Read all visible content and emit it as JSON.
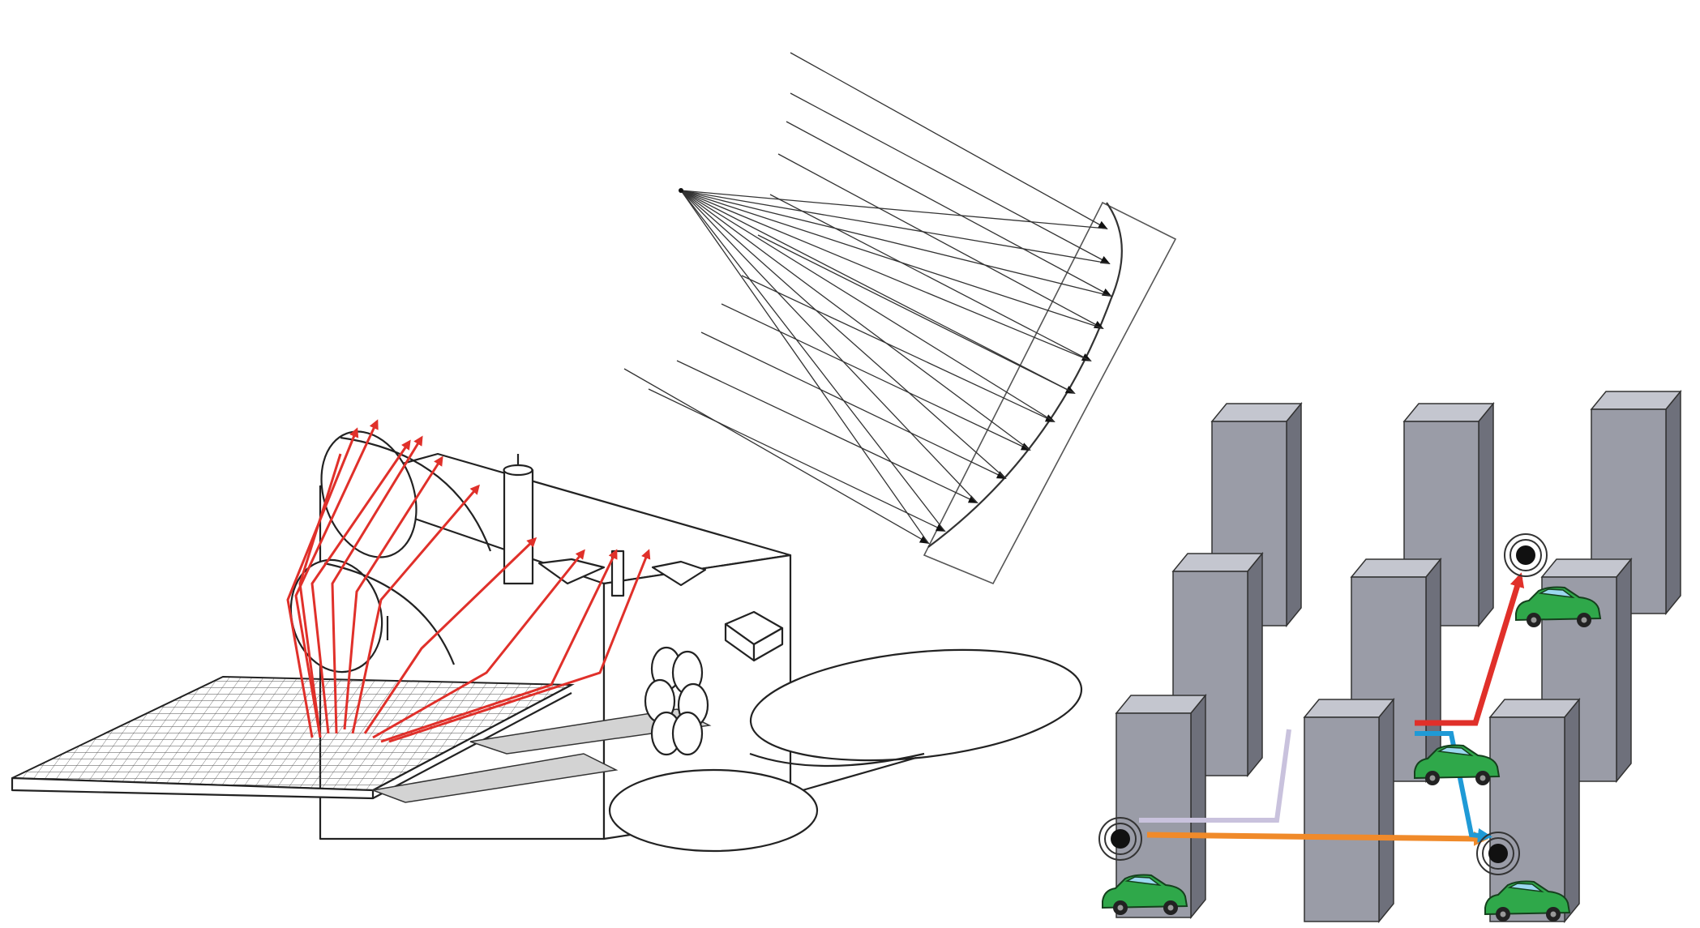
{
  "colors": {
    "background": "#ffffff",
    "outline": "#222222",
    "reflected_ray": "#e0302a",
    "building_front": "#9a9ca7",
    "building_side": "#6e707b",
    "building_top": "#c4c6cf",
    "path_red": "#e0302a",
    "path_orange": "#f08a2a",
    "path_blue": "#1f9ad6",
    "path_lavender": "#c9c2dd",
    "vehicle": "#2fa84a"
  },
  "panels": [
    {
      "name": "satellite-multipath-reflection",
      "icon": "satellite-with-red-reflected-rays"
    },
    {
      "name": "parabolic-reflector-ray-tracing",
      "icon": "parabolic-dish-ray-diagram"
    },
    {
      "name": "urban-canyon-multipath-propagation",
      "icon": "city-blocks-with-vehicles-and-signal-paths"
    }
  ]
}
